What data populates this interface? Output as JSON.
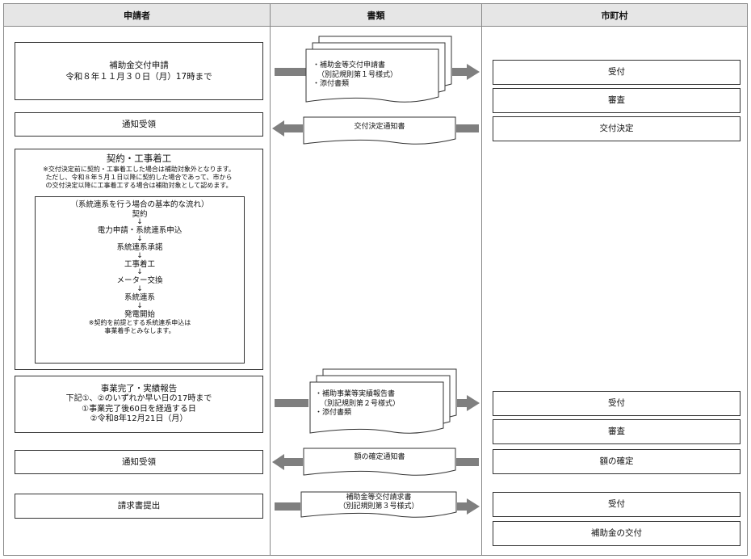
{
  "columns": {
    "applicant": "申請者",
    "documents": "書類",
    "municipality": "市町村"
  },
  "applicant": {
    "apply_title": "補助金交付申請",
    "apply_deadline": "令和８年１１月３０日（月）17時まで",
    "notice_receipt_1": "通知受領",
    "contract": {
      "title": "契約・工事着工",
      "notes": [
        "※交付決定前に契約・工事着工した場合は補助対象外となります。",
        "ただし、令和８年５月１日以降に契約した場合であって、市から",
        "の交付決定以降に工事着工する場合は補助対象として認めます。"
      ],
      "flow_title": "（系統連系を行う場合の基本的な流れ）",
      "flow_steps": [
        "契約",
        "電力申請・系統連系申込",
        "系統連系承諾",
        "工事着工",
        "メーター交換",
        "系統連系",
        "発電開始"
      ],
      "flow_arrow": "↓",
      "flow_notes": [
        "※契約を前提とする系統連系申込は",
        "事業着手とみなします。"
      ]
    },
    "report": {
      "title": "事業完了・実績報告",
      "lines": [
        "下記①、②のいずれか早い日の17時まで",
        "①事業完了後60日を経過する日",
        "②令和8年12月21日（月）"
      ]
    },
    "notice_receipt_2": "通知受領",
    "invoice_submit": "請求書提出"
  },
  "documents": {
    "application_docs": [
      "・補助金等交付申請書",
      "（別記規則第１号様式）",
      "・添付書類"
    ],
    "decision_notice": "交付決定通知書",
    "report_docs": [
      "・補助事業等実績報告書",
      "（別記規則第２号様式）",
      "・添付書類"
    ],
    "amount_notice": "額の確定通知書",
    "invoice_docs": [
      "補助金等交付請求書",
      "（別記規則第３号様式）"
    ]
  },
  "municipality": {
    "receive_1": "受付",
    "review_1": "審査",
    "decision": "交付決定",
    "receive_2": "受付",
    "review_2": "審査",
    "amount_fix": "額の確定",
    "receive_3": "受付",
    "payment": "補助金の交付"
  }
}
